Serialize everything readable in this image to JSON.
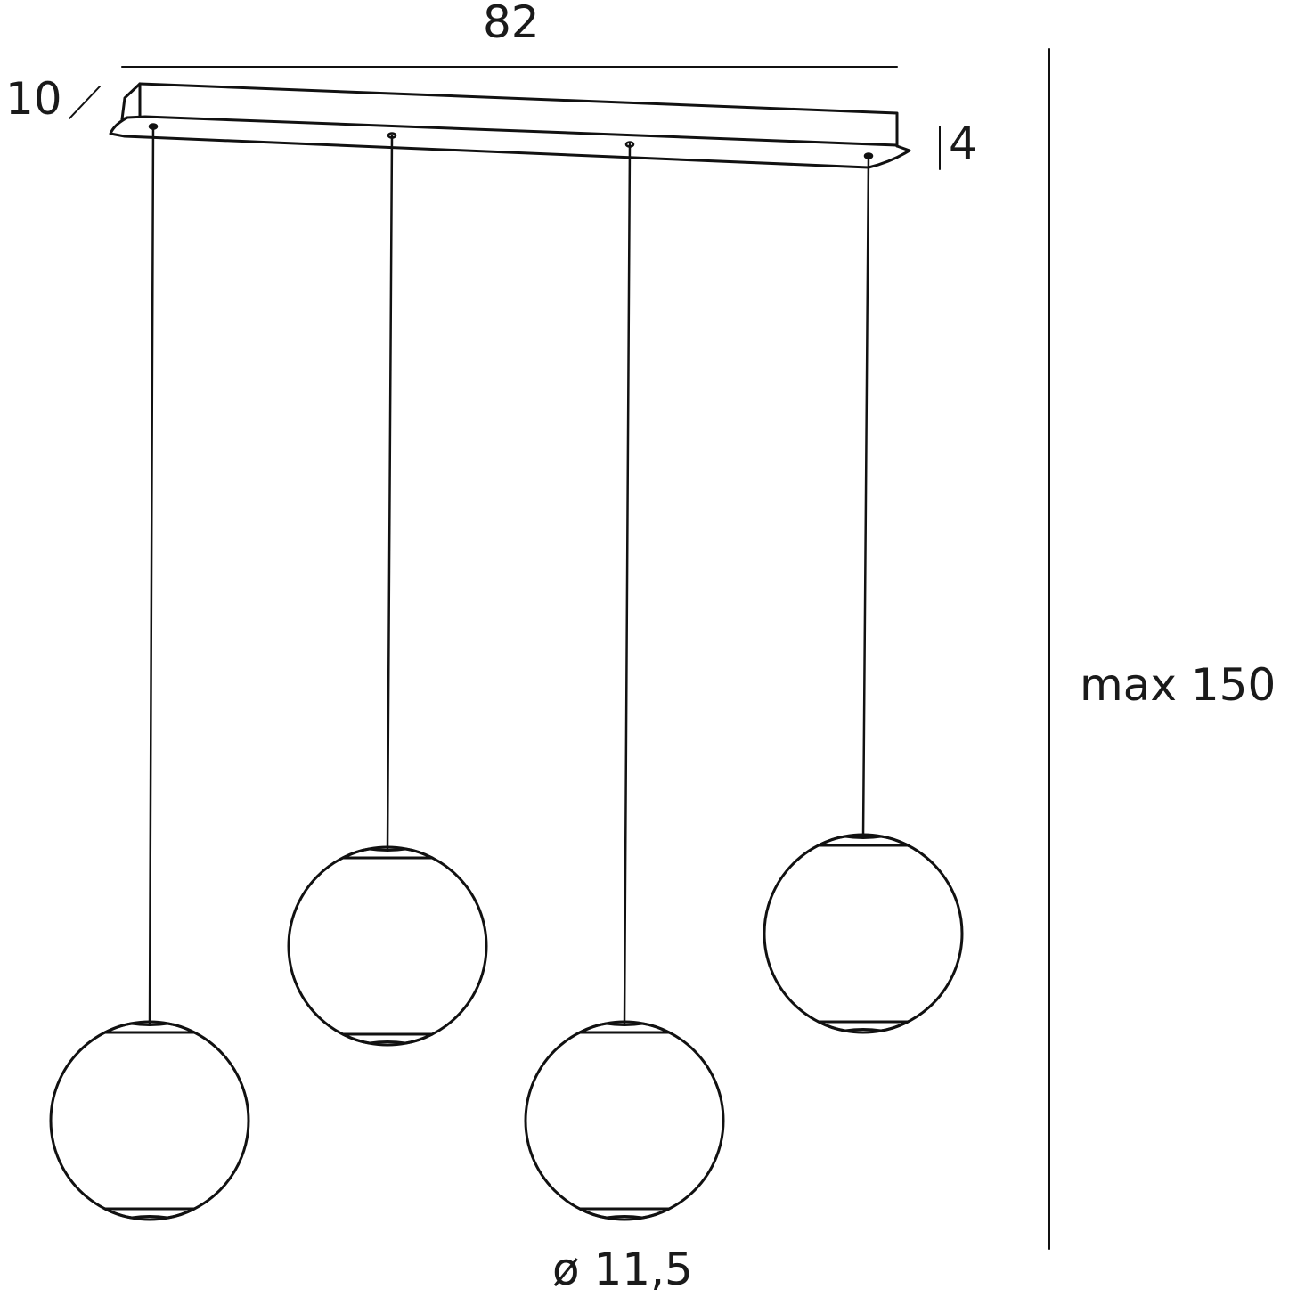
{
  "dimensions": {
    "width": "82",
    "depth": "10",
    "canopy_height": "4",
    "max_height": "max 150",
    "diameter": "ø 11,5"
  },
  "colors": {
    "line": "#111111",
    "background": "#ffffff"
  }
}
